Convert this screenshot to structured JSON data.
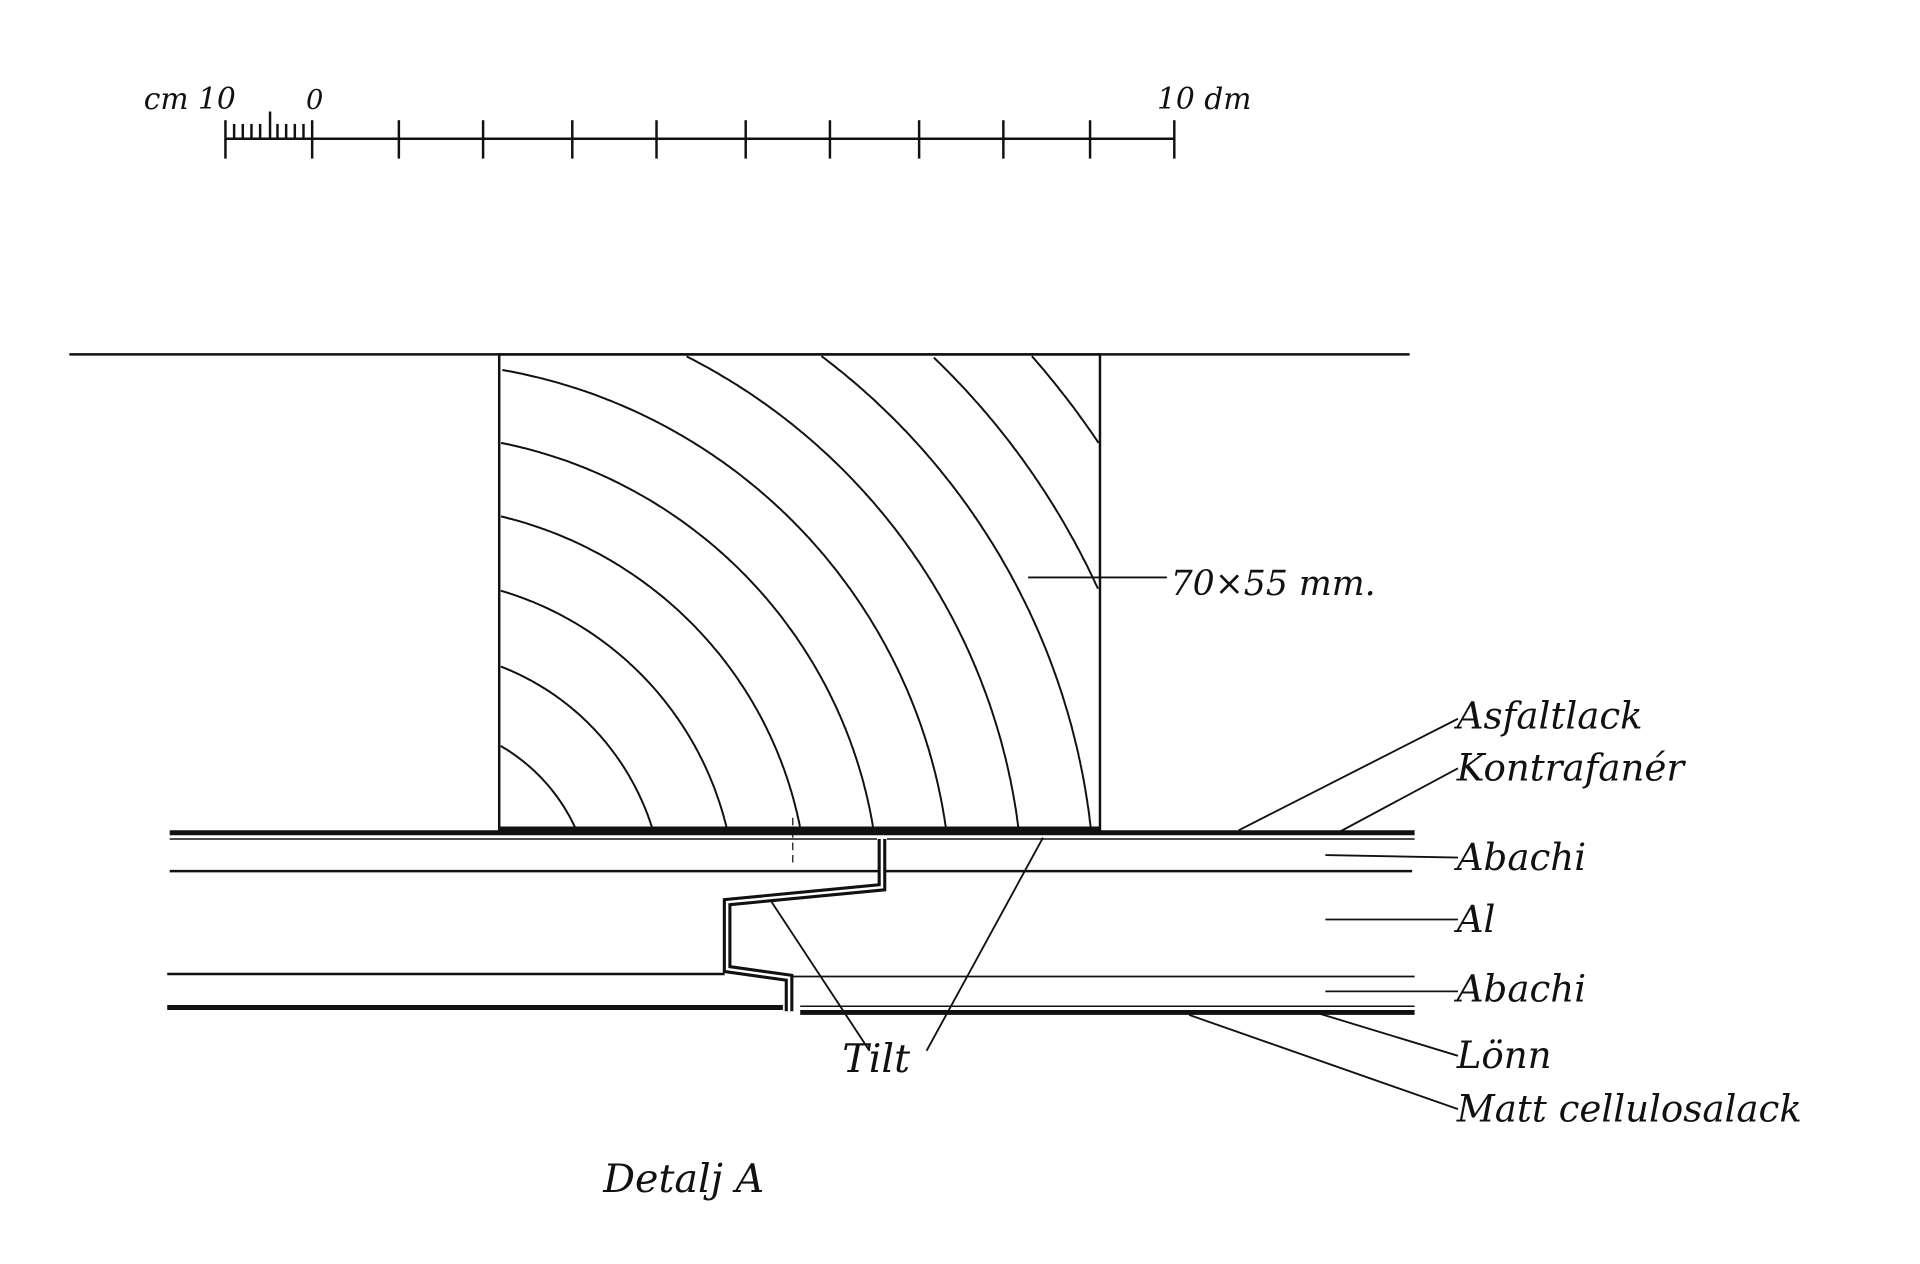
{
  "scale_bar": {
    "left_label": "cm 10",
    "zero_label": "0",
    "right_label": "10 dm"
  },
  "timber": {
    "dimension_label": "70×55 mm."
  },
  "layers": {
    "asfaltlack": "Asfaltlack",
    "kontrafaner": "Kontrafanér",
    "abachi_top": "Abachi",
    "al": "Al",
    "abachi_bottom": "Abachi",
    "lonn": "Lönn",
    "matt": "Matt cellulosalack"
  },
  "tilt_label": "Tilt",
  "caption": "Detalj A",
  "colors": {
    "ink": "#111111",
    "paper": "#ffffff"
  }
}
